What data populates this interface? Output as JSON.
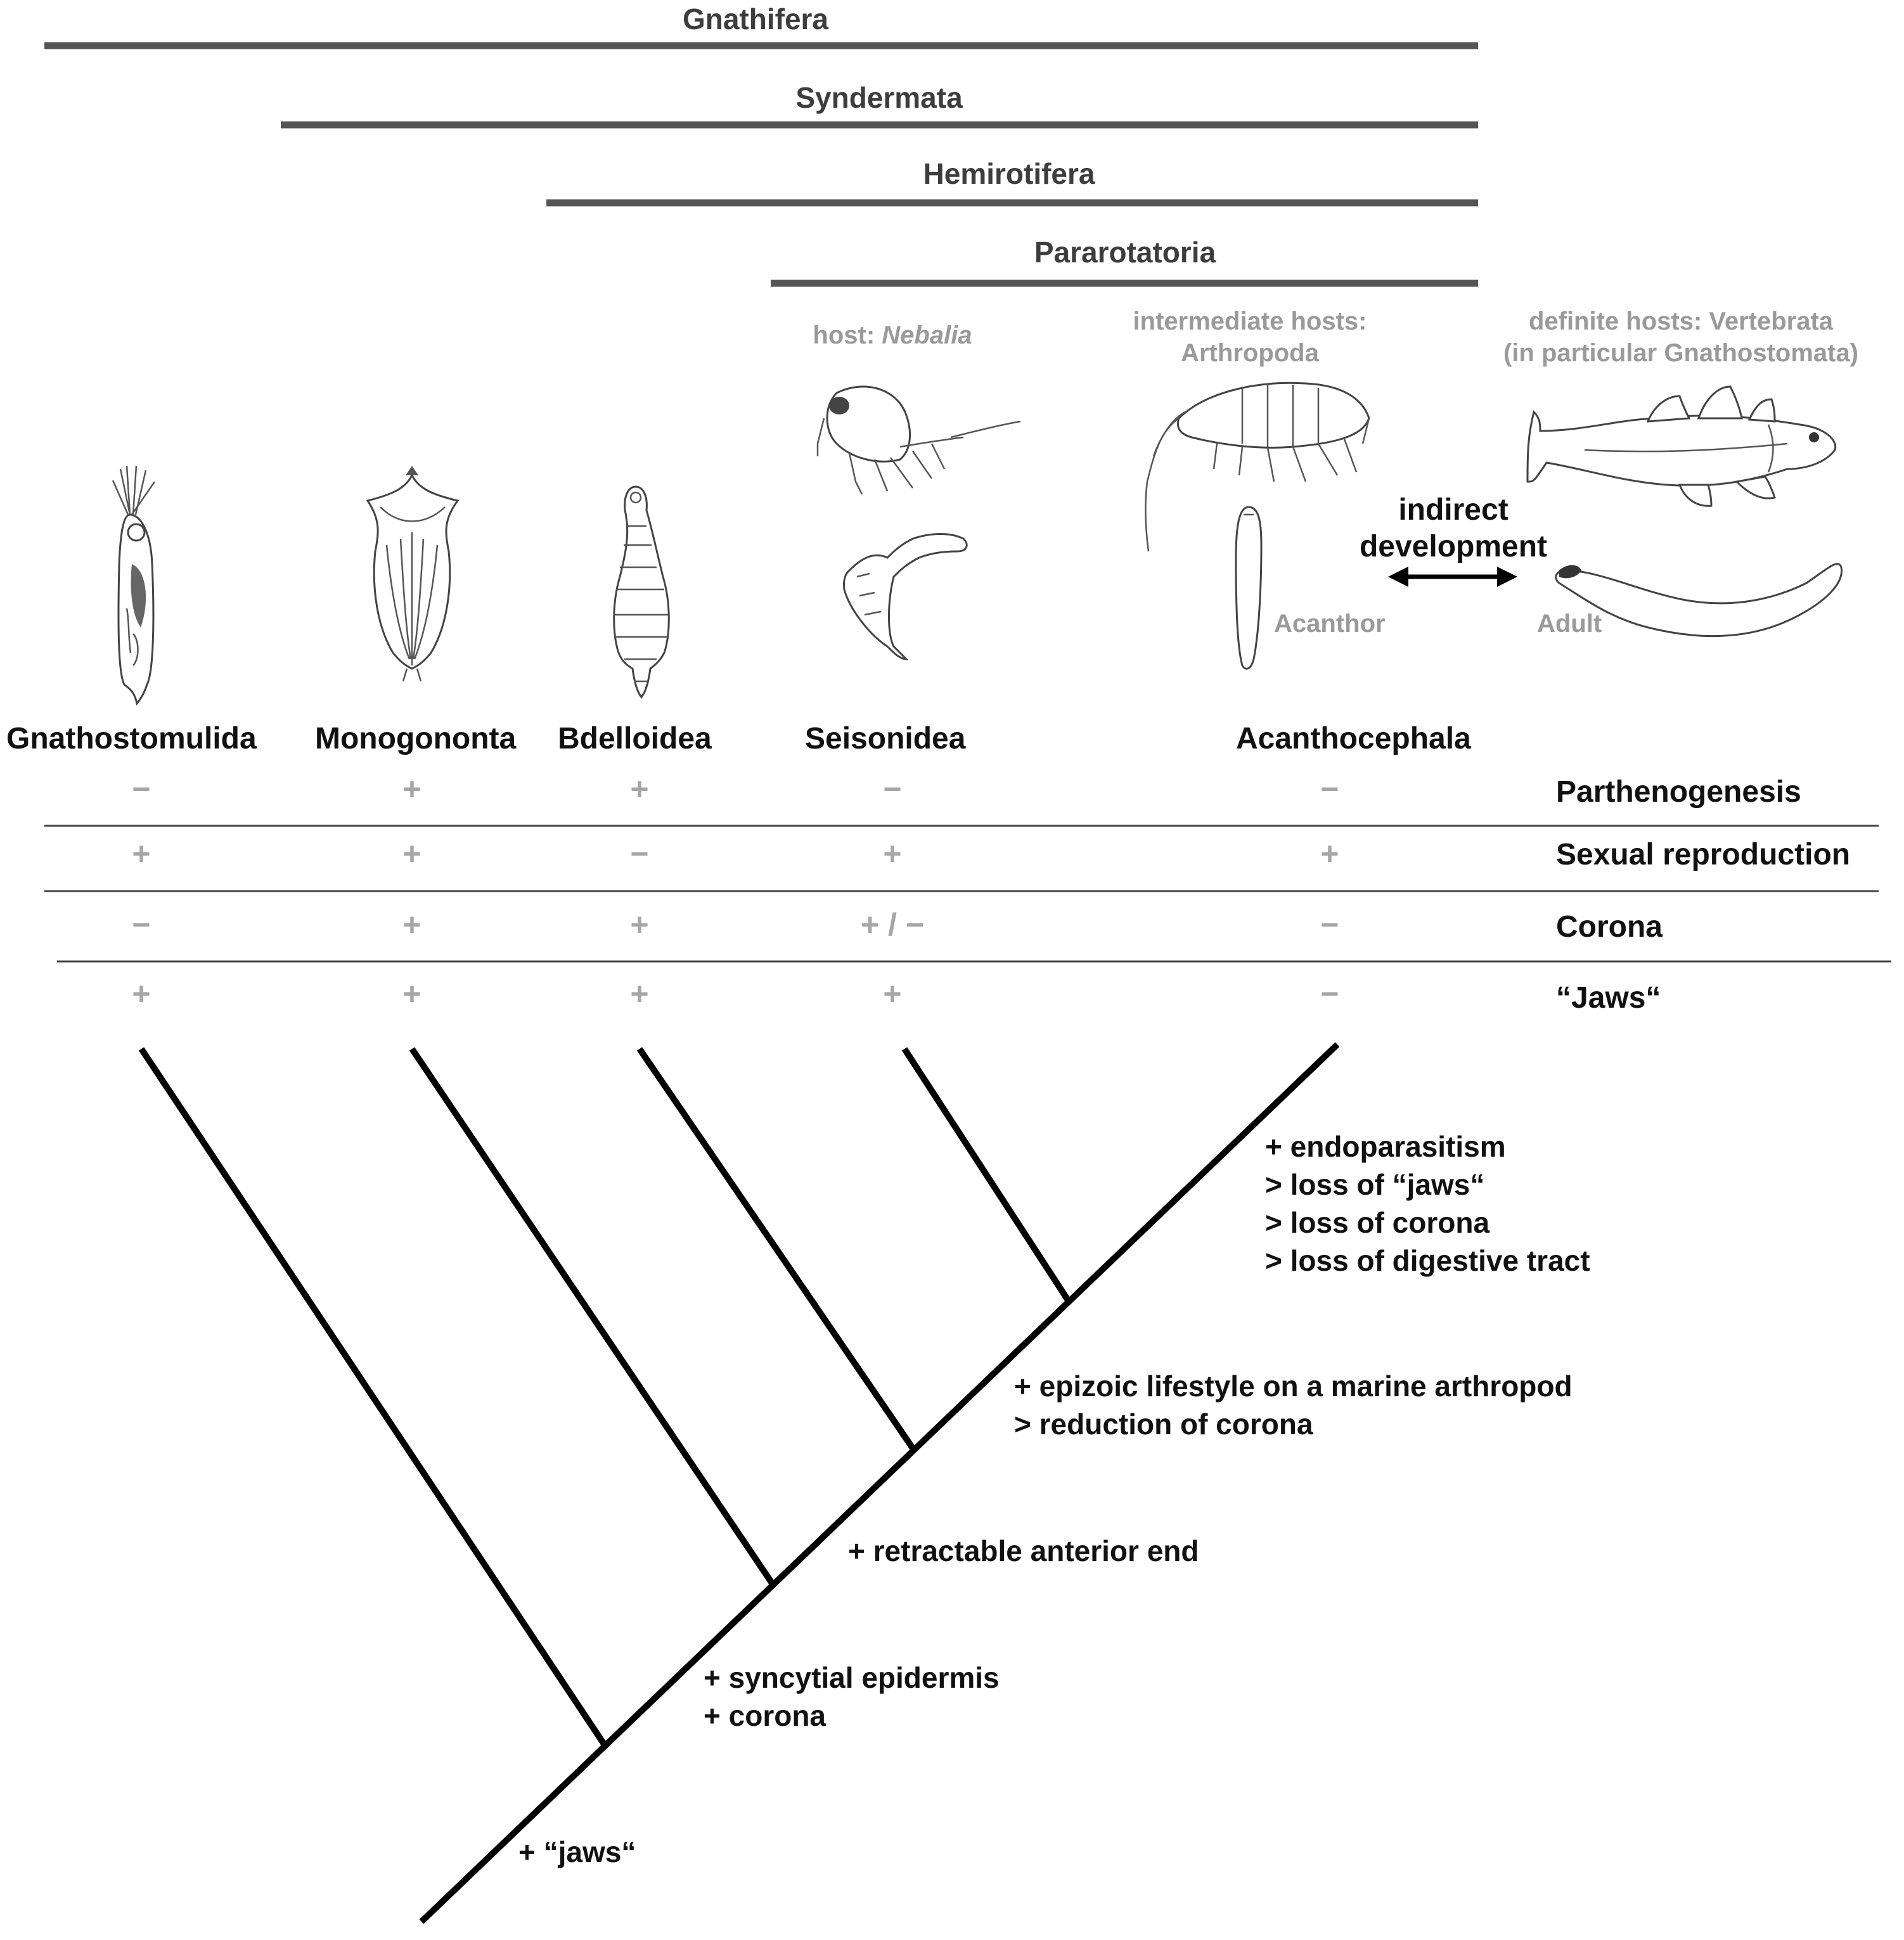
{
  "clades": [
    {
      "name": "Gnathifera"
    },
    {
      "name": "Syndermata"
    },
    {
      "name": "Hemirotifera"
    },
    {
      "name": "Pararotatoria"
    }
  ],
  "taxa": [
    "Gnathostomulida",
    "Monogononta",
    "Bdelloidea",
    "Seisonidea",
    "Acanthocephala"
  ],
  "characters": [
    {
      "name": "Parthenogenesis",
      "states": [
        "−",
        "+",
        "+",
        "−",
        "−"
      ]
    },
    {
      "name": "Sexual reproduction",
      "states": [
        "+",
        "+",
        "−",
        "+",
        "+"
      ]
    },
    {
      "name": "Corona",
      "states": [
        "−",
        "+",
        "+",
        "+ / −",
        "−"
      ]
    },
    {
      "name": "“Jaws“",
      "states": [
        "+",
        "+",
        "+",
        "+",
        "−"
      ]
    }
  ],
  "hosts": {
    "seisonidea_prefix": "host: ",
    "seisonidea_italic": "Nebalia",
    "intermediate_line1": "intermediate hosts:",
    "intermediate_line2": "Arthropoda",
    "definite_line1": "definite hosts: Vertebrata",
    "definite_line2": "(in particular Gnathostomata)"
  },
  "development": {
    "line1": "indirect",
    "line2": "development",
    "larva_label": "Acanthor",
    "adult_label": "Adult"
  },
  "apomorphies": {
    "acanthocephala": [
      "+ endoparasitism",
      "> loss of “jaws“",
      "> loss of corona",
      "> loss of digestive tract"
    ],
    "pararotatoria": [
      "+ epizoic lifestyle on a marine arthropod",
      "> reduction of corona"
    ],
    "hemirotifera": [
      "+ retractable anterior end"
    ],
    "syndermata": [
      "+ syncytial epidermis",
      "+ corona"
    ],
    "gnathifera": [
      "+ “jaws“"
    ]
  },
  "illustrations": [
    "gnathostomulid-illustration",
    "monogonont-illustration",
    "bdelloid-illustration",
    "nebalia-illustration",
    "seisonid-illustration",
    "amphipod-illustration",
    "acanthor-illustration",
    "fish-illustration",
    "adult-acanthocephalan-illustration"
  ],
  "colors": {
    "clade_bar": "#555555",
    "tree": "#000000",
    "character_state": "#a6a6a6",
    "host_text": "#9a9a9a"
  }
}
